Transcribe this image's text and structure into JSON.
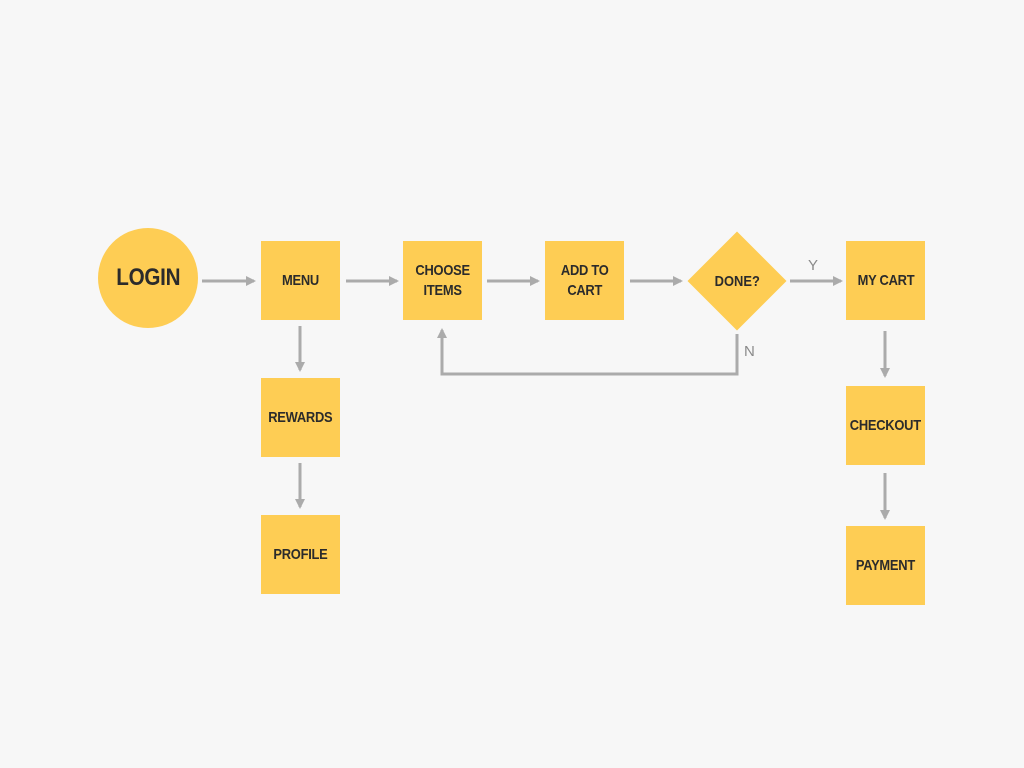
{
  "nodes": {
    "login": "LOGIN",
    "menu": "MENU",
    "rewards": "REWARDS",
    "profile": "PROFILE",
    "choose_items": "CHOOSE\nITEMS",
    "add_to_cart": "ADD TO\nCART",
    "done": "DONE?",
    "my_cart": "MY CART",
    "checkout": "CHECKOUT",
    "payment": "PAYMENT"
  },
  "edge_labels": {
    "yes": "Y",
    "no": "N"
  },
  "colors": {
    "node_fill": "#fecd54",
    "connector": "#ababab",
    "background": "#f7f7f7",
    "text": "#2b2b2b"
  }
}
